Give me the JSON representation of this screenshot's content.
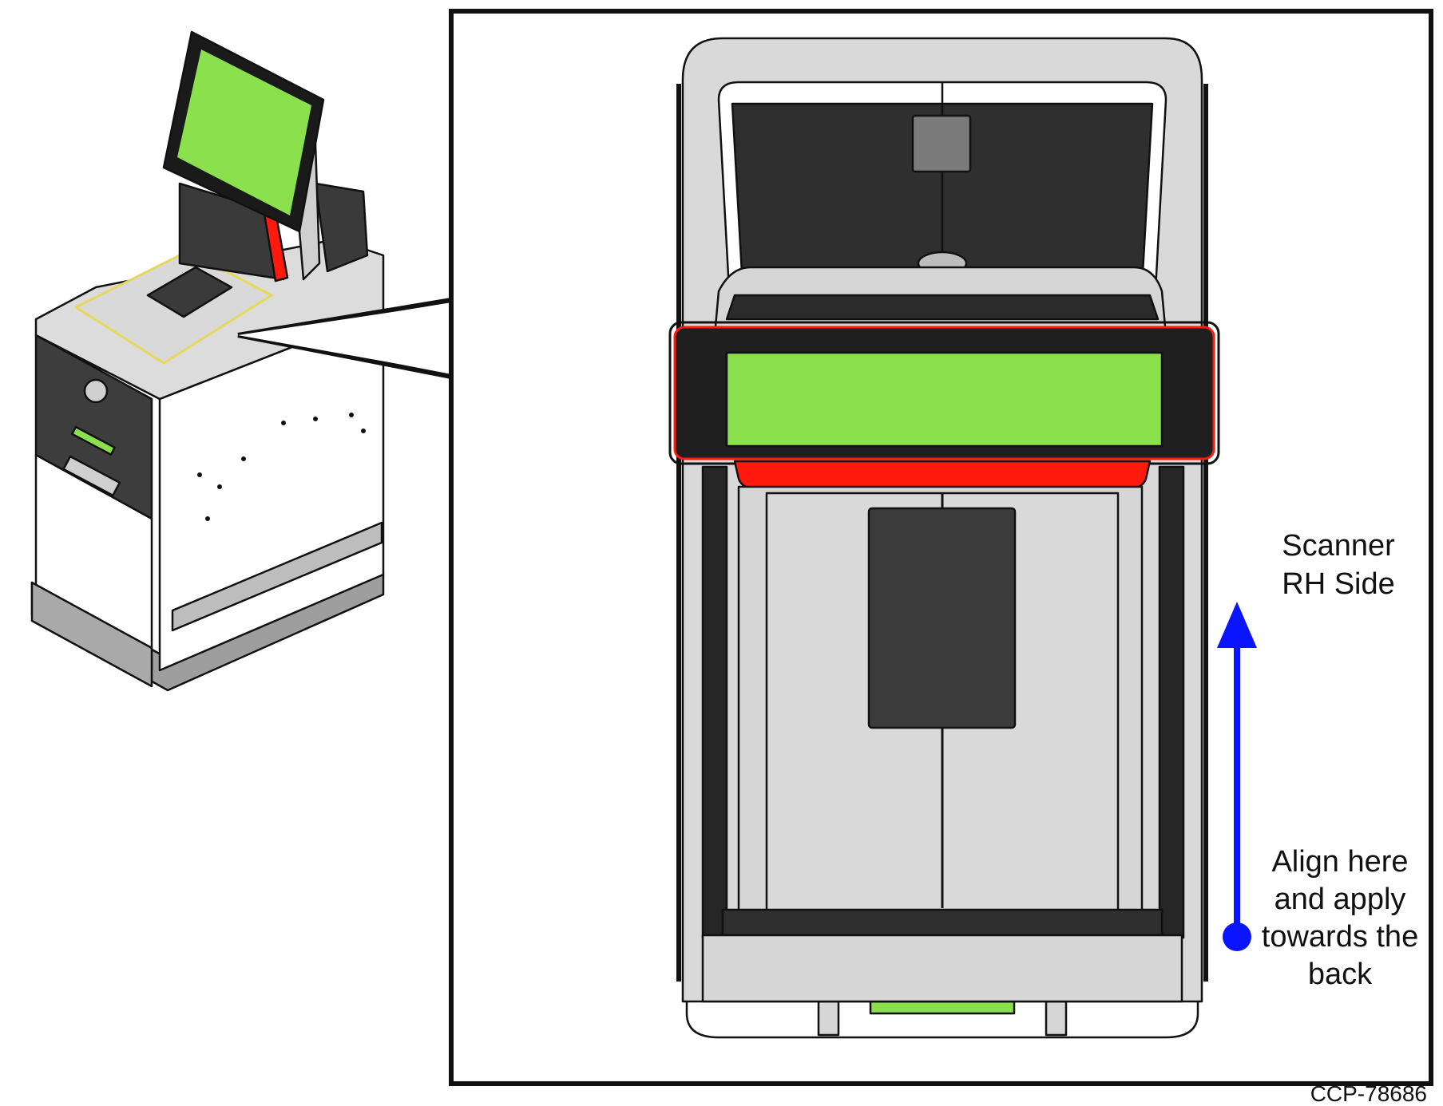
{
  "labels": {
    "scanner_side_line1": "Scanner",
    "scanner_side_line2": "RH Side",
    "align_line1": "Align here",
    "align_line2": "and apply",
    "align_line3": "towards the",
    "align_line4": "back",
    "figure_code": "CCP-78686"
  },
  "colors": {
    "screen_green": "#8be04e",
    "bezel_red": "#ff1a0d",
    "arrow_blue": "#0a14ff",
    "panel_dark": "#3b3b3b",
    "body_gray": "#d6d6d6"
  }
}
